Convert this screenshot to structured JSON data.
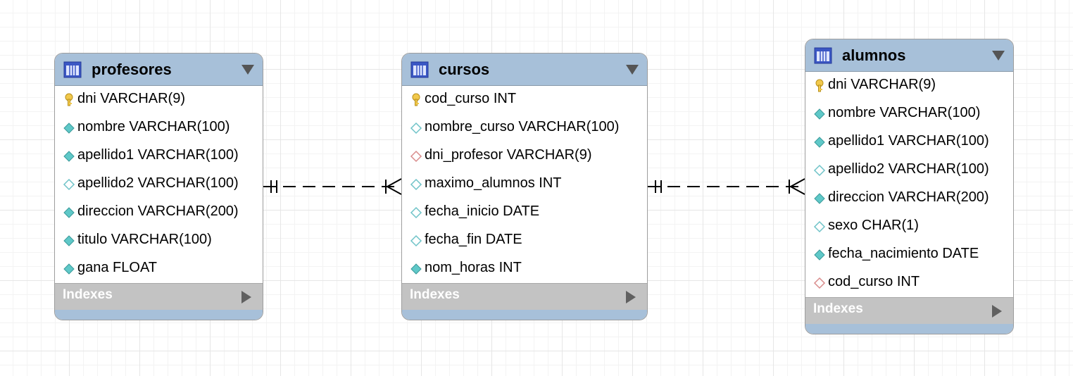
{
  "indexes_label": "Indexes",
  "colors": {
    "header": "#a7c0d9",
    "key": "#f2c94c",
    "column": "#5fc8c8",
    "nullable": "#6fc3c8",
    "foreign_key": "#d98c8c"
  },
  "tables": {
    "profesores": {
      "name": "profesores",
      "columns": [
        {
          "text": "dni VARCHAR(9)",
          "icon": "primary-key-icon"
        },
        {
          "text": "nombre VARCHAR(100)",
          "icon": "filled-diamond-icon"
        },
        {
          "text": "apellido1 VARCHAR(100)",
          "icon": "filled-diamond-icon"
        },
        {
          "text": "apellido2 VARCHAR(100)",
          "icon": "hollow-diamond-icon"
        },
        {
          "text": "direccion VARCHAR(200)",
          "icon": "filled-diamond-icon"
        },
        {
          "text": "titulo VARCHAR(100)",
          "icon": "filled-diamond-icon"
        },
        {
          "text": "gana FLOAT",
          "icon": "filled-diamond-icon"
        }
      ]
    },
    "cursos": {
      "name": "cursos",
      "columns": [
        {
          "text": "cod_curso INT",
          "icon": "primary-key-icon"
        },
        {
          "text": "nombre_curso VARCHAR(100)",
          "icon": "hollow-diamond-icon"
        },
        {
          "text": "dni_profesor VARCHAR(9)",
          "icon": "foreign-key-diamond-icon"
        },
        {
          "text": "maximo_alumnos INT",
          "icon": "hollow-diamond-icon"
        },
        {
          "text": "fecha_inicio DATE",
          "icon": "hollow-diamond-icon"
        },
        {
          "text": "fecha_fin DATE",
          "icon": "hollow-diamond-icon"
        },
        {
          "text": "nom_horas INT",
          "icon": "filled-diamond-icon"
        }
      ]
    },
    "alumnos": {
      "name": "alumnos",
      "columns": [
        {
          "text": "dni VARCHAR(9)",
          "icon": "primary-key-icon"
        },
        {
          "text": "nombre VARCHAR(100)",
          "icon": "filled-diamond-icon"
        },
        {
          "text": "apellido1 VARCHAR(100)",
          "icon": "filled-diamond-icon"
        },
        {
          "text": "apellido2 VARCHAR(100)",
          "icon": "hollow-diamond-icon"
        },
        {
          "text": "direccion VARCHAR(200)",
          "icon": "filled-diamond-icon"
        },
        {
          "text": "sexo CHAR(1)",
          "icon": "hollow-diamond-icon"
        },
        {
          "text": "fecha_nacimiento DATE",
          "icon": "filled-diamond-icon"
        },
        {
          "text": "cod_curso INT",
          "icon": "foreign-key-diamond-icon"
        }
      ]
    }
  },
  "relationships": [
    {
      "from": "profesores",
      "to": "cursos",
      "from_cardinality": "one",
      "to_cardinality": "many"
    },
    {
      "from": "cursos",
      "to": "alumnos",
      "from_cardinality": "one",
      "to_cardinality": "many"
    }
  ]
}
